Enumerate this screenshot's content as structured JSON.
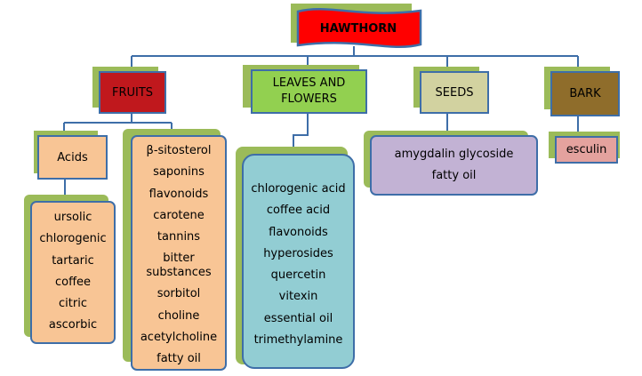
{
  "root": {
    "label": "HAWTHORN"
  },
  "categories": {
    "fruits": {
      "label": "FRUITS",
      "fill": "#c0181d"
    },
    "leaves": {
      "label": "LEAVES AND FLOWERS",
      "fill": "#92d050"
    },
    "seeds": {
      "label": "SEEDS",
      "fill": "#d2d2a0"
    },
    "bark": {
      "label": "BARK",
      "fill": "#8f6d2b"
    }
  },
  "fruits": {
    "acids_label": "Acids",
    "acids": [
      "ursolic",
      "chlorogenic",
      "tartaric",
      "coffee",
      "citric",
      "ascorbic"
    ],
    "other": [
      "β-sitosterol",
      "saponins",
      "flavonoids",
      "carotene",
      "tannins",
      "bitter substances",
      "sorbitol",
      "choline",
      "acetylcholine",
      "fatty oil"
    ]
  },
  "leaves_flowers": [
    "chlorogenic acid",
    "coffee acid",
    "flavonoids",
    "hyperosides",
    "quercetin",
    "vitexin",
    "essential oil",
    "trimethylamine"
  ],
  "seeds": [
    "amygdalin glycoside",
    "fatty oil"
  ],
  "bark": [
    "esculin"
  ],
  "colors": {
    "root_fill": "#ff0000",
    "connector": "#3e6ea8",
    "shadow": "#9bbb59",
    "fruit_list_fill": "#f8c595",
    "leaves_list_fill": "#92cdd3",
    "seeds_list_fill": "#c2b2d4",
    "bark_list_fill": "#e4a29e"
  }
}
